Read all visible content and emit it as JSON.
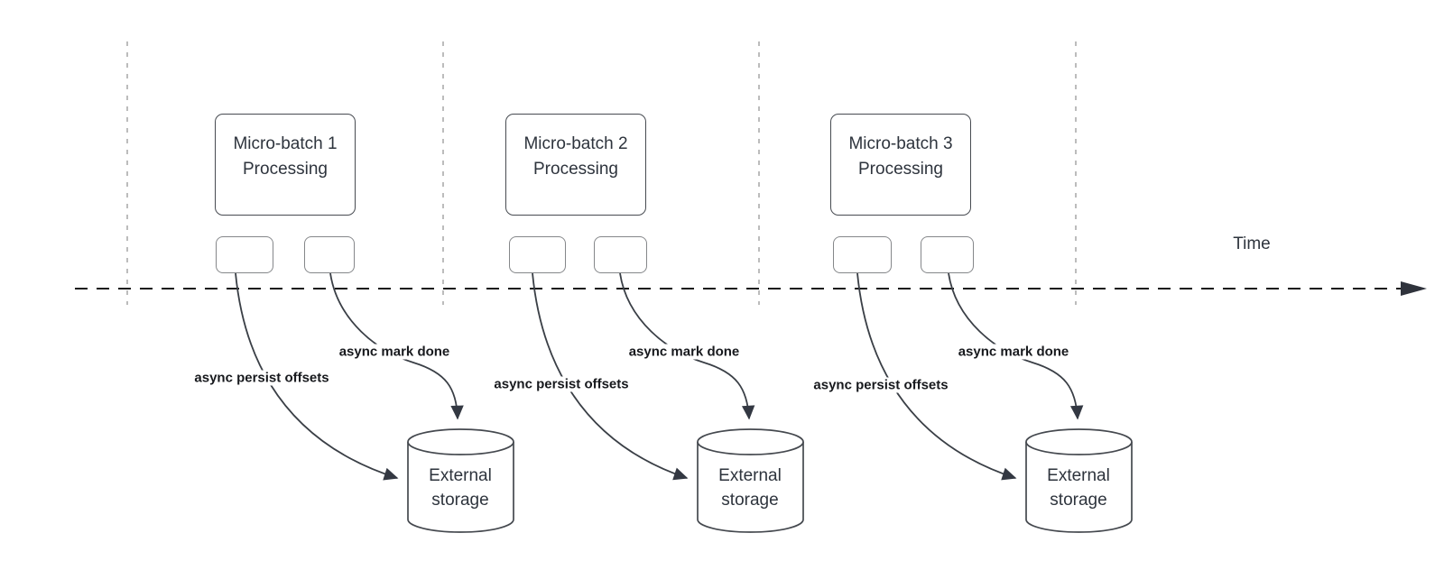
{
  "diagram": {
    "timeline": {
      "label": "Time"
    },
    "batches": [
      {
        "title_line1": "Micro-batch 1",
        "title_line2": "Processing",
        "persist_label": "async persist offsets",
        "mark_done_label": "async mark done",
        "storage_line1": "External",
        "storage_line2": "storage"
      },
      {
        "title_line1": "Micro-batch 2",
        "title_line2": "Processing",
        "persist_label": "async persist offsets",
        "mark_done_label": "async mark done",
        "storage_line1": "External",
        "storage_line2": "storage"
      },
      {
        "title_line1": "Micro-batch 3",
        "title_line2": "Processing",
        "persist_label": "async persist offsets",
        "mark_done_label": "async mark done",
        "storage_line1": "External",
        "storage_line2": "storage"
      }
    ],
    "colors": {
      "background": "#ffffff",
      "box_stroke": "#474b51",
      "small_box_stroke": "#85878a",
      "guide_line": "#b0b0b0",
      "timeline_line": "#191919",
      "arrow_stroke": "#3a3f46",
      "arrowhead_fill": "#333842",
      "text": "#2e343d",
      "edge_label_text": "#17191d"
    }
  }
}
